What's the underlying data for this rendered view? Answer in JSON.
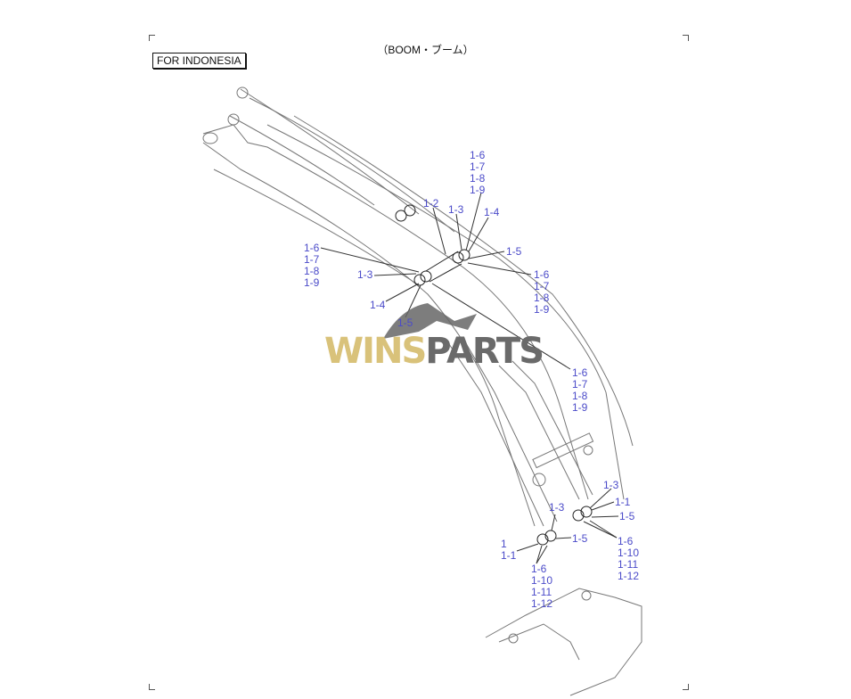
{
  "header": {
    "title": "（BOOM・ブーム）",
    "region_badge": "FOR INDONESIA"
  },
  "watermark": {
    "part1": "WINS",
    "part2": "PARTS",
    "colors": {
      "part1": "#d9c27a",
      "part2": "#6a6a6a"
    }
  },
  "label_color": "#4b4bc9",
  "callouts": [
    {
      "lines": [
        "1-6",
        "1-7",
        "1-8",
        "1-9"
      ]
    },
    {
      "lines": [
        "1-2"
      ]
    },
    {
      "lines": [
        "1-3"
      ]
    },
    {
      "lines": [
        "1-4"
      ]
    },
    {
      "lines": [
        "1-5"
      ]
    },
    {
      "lines": [
        "1-6",
        "1-7",
        "1-8",
        "1-9"
      ]
    },
    {
      "lines": [
        "1-3"
      ]
    },
    {
      "lines": [
        "1-6",
        "1-7",
        "1-8",
        "1-9"
      ]
    },
    {
      "lines": [
        "1-4"
      ]
    },
    {
      "lines": [
        "1-5"
      ]
    },
    {
      "lines": [
        "1-6",
        "1-7",
        "1-8",
        "1-9"
      ]
    },
    {
      "lines": [
        "1-3"
      ]
    },
    {
      "lines": [
        "1-1"
      ]
    },
    {
      "lines": [
        "1-5"
      ]
    },
    {
      "lines": [
        "1-6",
        "1-10",
        "1-11",
        "1-12"
      ]
    },
    {
      "lines": [
        "1-3"
      ]
    },
    {
      "lines": [
        "1-5"
      ]
    },
    {
      "lines": [
        "1",
        "1-1"
      ]
    },
    {
      "lines": [
        "1-6",
        "1-10",
        "1-11",
        "1-12"
      ]
    }
  ]
}
